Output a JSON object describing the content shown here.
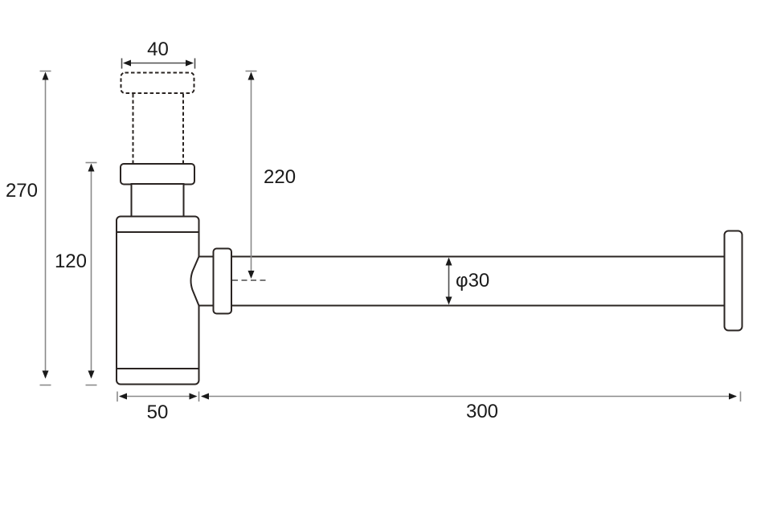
{
  "drawing": {
    "labels": {
      "top_width": "40",
      "overall_height": "270",
      "body_height": "120",
      "height_to_center": "220",
      "pipe_diameter": "φ30",
      "body_width": "50",
      "pipe_length": "300"
    },
    "colors": {
      "outline": "#2a2422",
      "dim_line": "#8a8a8a",
      "dim_line_dark": "#4d4d4d",
      "arrow": "#1a1a1a",
      "text": "#1a1a1a",
      "background": "#ffffff"
    }
  }
}
